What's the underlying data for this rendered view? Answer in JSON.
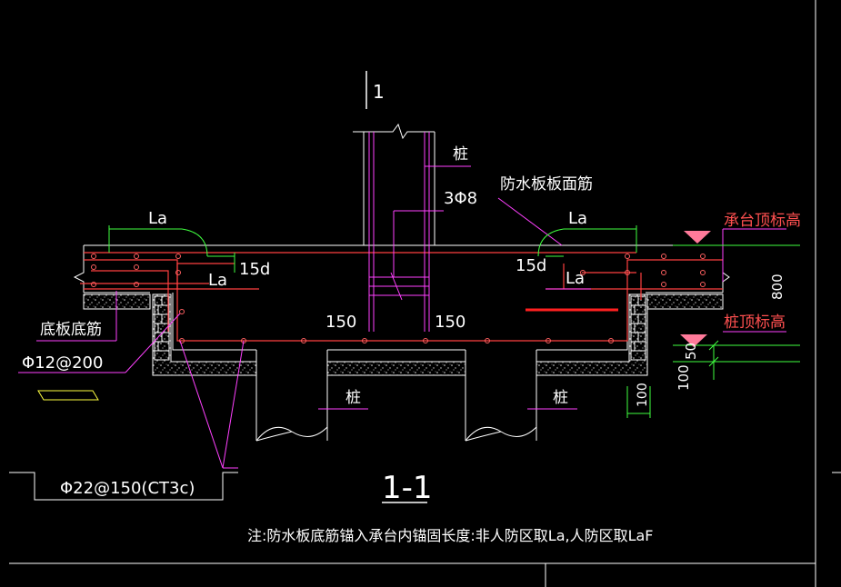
{
  "drawing": {
    "section_ref": "1",
    "section_title": "1-1",
    "note": "注:防水板底筋锚入承台内锚固长度:非人防区取La,人防区取LaF",
    "labels": {
      "pile_top": "桩",
      "stirrup_3phi8": "3Φ8",
      "wp_top_rebar": "防水板板面筋",
      "la_left": "La",
      "la_right": "La",
      "fifteen_d_left": "15d",
      "fifteen_d_right": "15d",
      "la_left_lower": "La",
      "la_right_lower": "La",
      "cap_top_elev": "承台顶标高",
      "pile_top_elev": "桩顶标高",
      "dim_800": "800",
      "dim_50": "50",
      "dim_100_v": "100",
      "dim_100_h": "100",
      "bottom_rebar": "底板底筋",
      "phi12": "Φ12@200",
      "phi22": "Φ22@150(CT3c)",
      "dim_150_left": "150",
      "dim_150_right": "150",
      "pile_left": "桩",
      "pile_right": "桩"
    }
  },
  "colors": {
    "background": "#000000",
    "white": "#ffffff",
    "red": "#ff4040",
    "magenta": "#ff40ff",
    "green": "#40ff40",
    "yellow": "#ffff40",
    "pink": "#ff7a9a"
  }
}
